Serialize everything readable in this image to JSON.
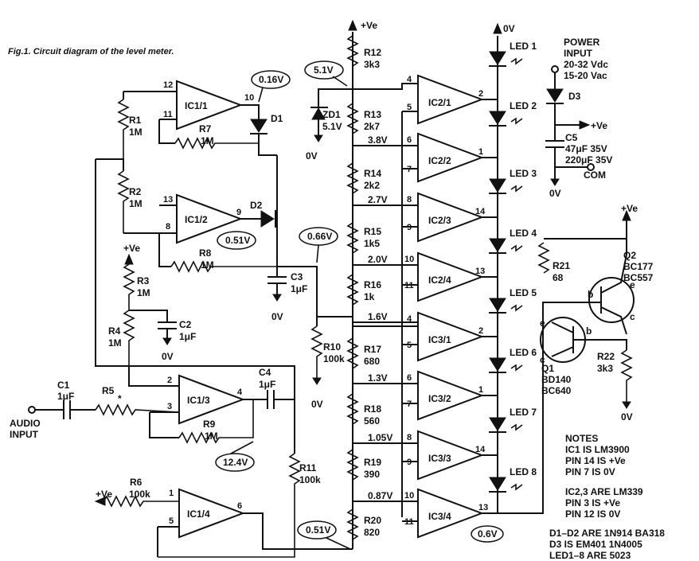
{
  "figure": {
    "caption": "Fig.1. Circuit diagram of the level meter."
  },
  "power": {
    "rail": "+Ve",
    "zero": "0V",
    "title_line1": "POWER",
    "title_line2": "INPUT",
    "dc": "20-32 Vdc",
    "ac": "15-20 Vac",
    "diode": "D3",
    "cap": "C5",
    "cap_v1": "47μF 35V",
    "cap_v2": "220μF 35V",
    "com": "COM"
  },
  "opamps": {
    "ic1_1": "IC1/1",
    "ic1_2": "IC1/2",
    "ic1_3": "IC1/3",
    "ic1_4": "IC1/4",
    "ic2_1": "IC2/1",
    "ic2_2": "IC2/2",
    "ic2_3": "IC2/3",
    "ic2_4": "IC2/4",
    "ic3_1": "IC3/1",
    "ic3_2": "IC3/2",
    "ic3_3": "IC3/3",
    "ic3_4": "IC3/4"
  },
  "resistors": {
    "r1": "R1",
    "r1v": "1M",
    "r2": "R2",
    "r2v": "1M",
    "r3": "R3",
    "r3v": "1M",
    "r4": "R4",
    "r4v": "1M",
    "r5": "R5",
    "r5v": "*",
    "r6": "R6",
    "r6v": "100k",
    "r7": "R7",
    "r7v": "1M",
    "r8": "R8",
    "r8v": "1M",
    "r9": "R9",
    "r9v": "1M",
    "r10": "R10",
    "r10v": "100k",
    "r11": "R11",
    "r11v": "100k",
    "r12": "R12",
    "r12v": "3k3",
    "r13": "R13",
    "r13v": "2k7",
    "r14": "R14",
    "r14v": "2k2",
    "r15": "R15",
    "r15v": "1k5",
    "r16": "R16",
    "r16v": "1k",
    "r17": "R17",
    "r17v": "680",
    "r18": "R18",
    "r18v": "560",
    "r19": "R19",
    "r19v": "390",
    "r20": "R20",
    "r20v": "820",
    "r21": "R21",
    "r21v": "68",
    "r22": "R22",
    "r22v": "3k3"
  },
  "caps": {
    "c1": "C1",
    "c1v": "1μF",
    "c2": "C2",
    "c2v": "1μF",
    "c3": "C3",
    "c3v": "1μF",
    "c4": "C4",
    "c4v": "1μF"
  },
  "diodes": {
    "d1": "D1",
    "d2": "D2",
    "zd1": "ZD1",
    "zd1v": "5.1V"
  },
  "leds": [
    "LED 1",
    "LED 2",
    "LED 3",
    "LED 4",
    "LED 5",
    "LED 6",
    "LED 7",
    "LED 8"
  ],
  "transistors": {
    "q1": "Q1",
    "q1a": "BD140",
    "q1b": "BC640",
    "q2": "Q2",
    "q2a": "BC177",
    "q2b": "BC557",
    "e": "e",
    "b": "b",
    "c": "c"
  },
  "voltages": {
    "v016": "0.16V",
    "v051a": "0.51V",
    "v066": "0.66V",
    "v124": "12.4V",
    "v051b": "0.51V",
    "v06": "0.6V",
    "v51": "5.1V",
    "tap1": "3.8V",
    "tap2": "2.7V",
    "tap3": "2.0V",
    "tap4": "1.6V",
    "tap5": "1.3V",
    "tap6": "1.05V",
    "tap7": "0.87V"
  },
  "audio": {
    "line1": "AUDIO",
    "line2": "INPUT"
  },
  "notes": {
    "title": "NOTES",
    "n1": "IC1 IS LM3900",
    "n2": "PIN 14 IS +Ve",
    "n3": "PIN 7 IS 0V",
    "n4": "IC2,3 ARE LM339",
    "n5": "PIN 3 IS +Ve",
    "n6": "PIN 12 IS 0V",
    "n7": "D1–D2 ARE 1N914  BA318",
    "n8": "D3 IS EM401 1N4005",
    "n9": "LED1–8 ARE 5023"
  },
  "pins": {
    "p1": "1",
    "p2": "2",
    "p3": "3",
    "p4": "4",
    "p5": "5",
    "p6": "6",
    "p7": "7",
    "p8": "8",
    "p9": "9",
    "p10": "10",
    "p11": "11",
    "p12": "12",
    "p13": "13",
    "p14": "14",
    "plus": "+",
    "minus": "−",
    "star": "*"
  }
}
